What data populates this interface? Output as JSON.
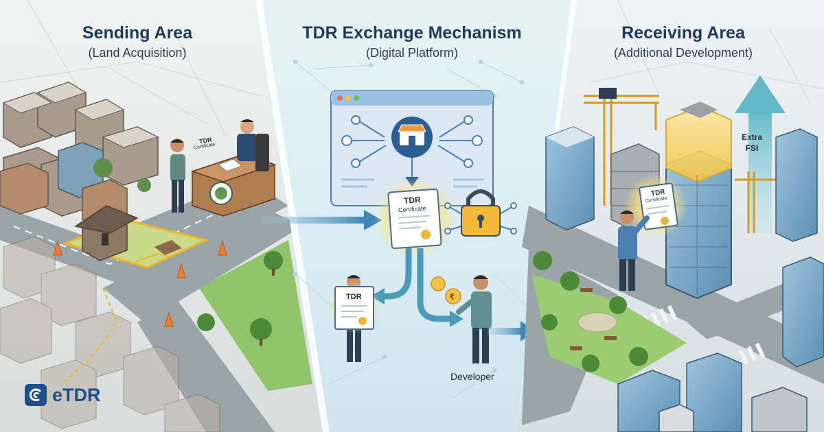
{
  "panels": {
    "sending": {
      "title": "Sending Area",
      "subtitle": "(Land Acquisition)"
    },
    "exchange": {
      "title": "TDR Exchange Mechanism",
      "subtitle": "(Digital Platform)"
    },
    "receiving": {
      "title": "Receiving Area",
      "subtitle": "(Additional Development)"
    }
  },
  "certificates": {
    "sending_desk": {
      "title": "TDR",
      "sub": "Certificate"
    },
    "platform": {
      "title": "TDR",
      "sub": "Certificate"
    },
    "holder": {
      "title": "TDR"
    },
    "receiving": {
      "title": "TDR",
      "sub": "Certificate"
    }
  },
  "labels": {
    "developer": "Developer",
    "extra_fsi_line1": "Extra",
    "extra_fsi_line2": "FSI"
  },
  "logo": {
    "text": "eTDR"
  },
  "colors": {
    "title": "#1f3a5c",
    "arrow": "#3f86b6",
    "certificate_glow": "#f6d35b",
    "logo": "#1f4e8c",
    "extra_fsi_block": "#f3c445"
  }
}
